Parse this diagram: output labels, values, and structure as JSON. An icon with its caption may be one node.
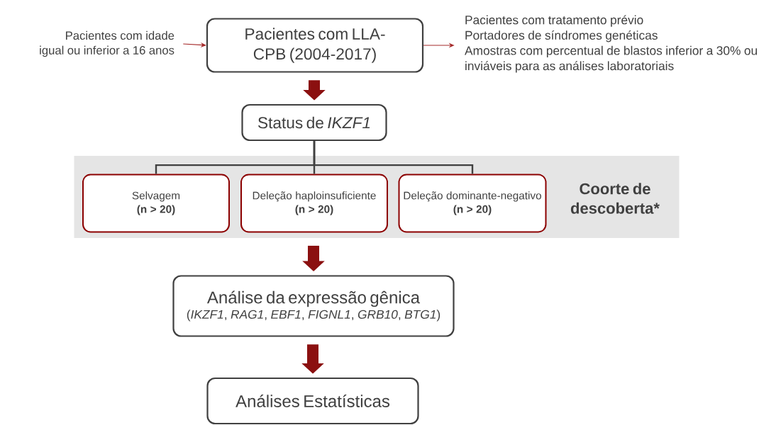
{
  "diagram": {
    "nodes": [
      {
        "text": [
          "Pacientes com idade igual ou inferior a 16 anos"
        ]
      },
      {
        "text": [
          "Pacientes com LLA-CPB (2004-2017)"
        ]
      },
      {
        "text": [
          "Pacientes com tratamento prévio",
          "Portadores de síndromes genéticas",
          "Amostras com percentual de blastos inferior a 30% ou inviáveis para as análises laboratoriais"
        ]
      },
      {
        "text": [
          "Status de *IKZF1*"
        ]
      },
      {
        "text": [
          "Coorte de descoberta*"
        ]
      },
      {
        "text": [
          "Selvagem",
          "(n > 20)"
        ],
        "in": 4
      },
      {
        "text": [
          "Deleção haploinsuficiente",
          "(n > 20)"
        ],
        "in": 4
      },
      {
        "text": [
          "Deleção dominante-negativo",
          "(n > 20)"
        ],
        "in": 4
      },
      {
        "text": [
          "Análise da expressão gênica",
          "(*IKZF1*, *RAG1*, *EBF1*, *FIGNL1*, *GRB10*, *BTG1*)"
        ]
      },
      {
        "text": [
          "Análises Estatísticas"
        ]
      }
    ],
    "edges": [
      {
        "from": 0,
        "to": 1,
        "arrow": "to",
        "color": "#a52a2a"
      },
      {
        "from": 1,
        "to": 2,
        "arrow": "to",
        "color": "#a52a2a"
      },
      {
        "from": 1,
        "to": 3,
        "arrow": "to",
        "style": "thick",
        "color": "#8b1010"
      },
      {
        "from": 3,
        "to": 5,
        "arrow": "none"
      },
      {
        "from": 3,
        "to": 6,
        "arrow": "none"
      },
      {
        "from": 3,
        "to": 7,
        "arrow": "none"
      },
      {
        "from": 4,
        "to": 8,
        "arrow": "to",
        "style": "thick",
        "color": "#8b1010"
      },
      {
        "from": 8,
        "to": 9,
        "arrow": "to",
        "style": "thick",
        "color": "#8b1010"
      }
    ]
  }
}
